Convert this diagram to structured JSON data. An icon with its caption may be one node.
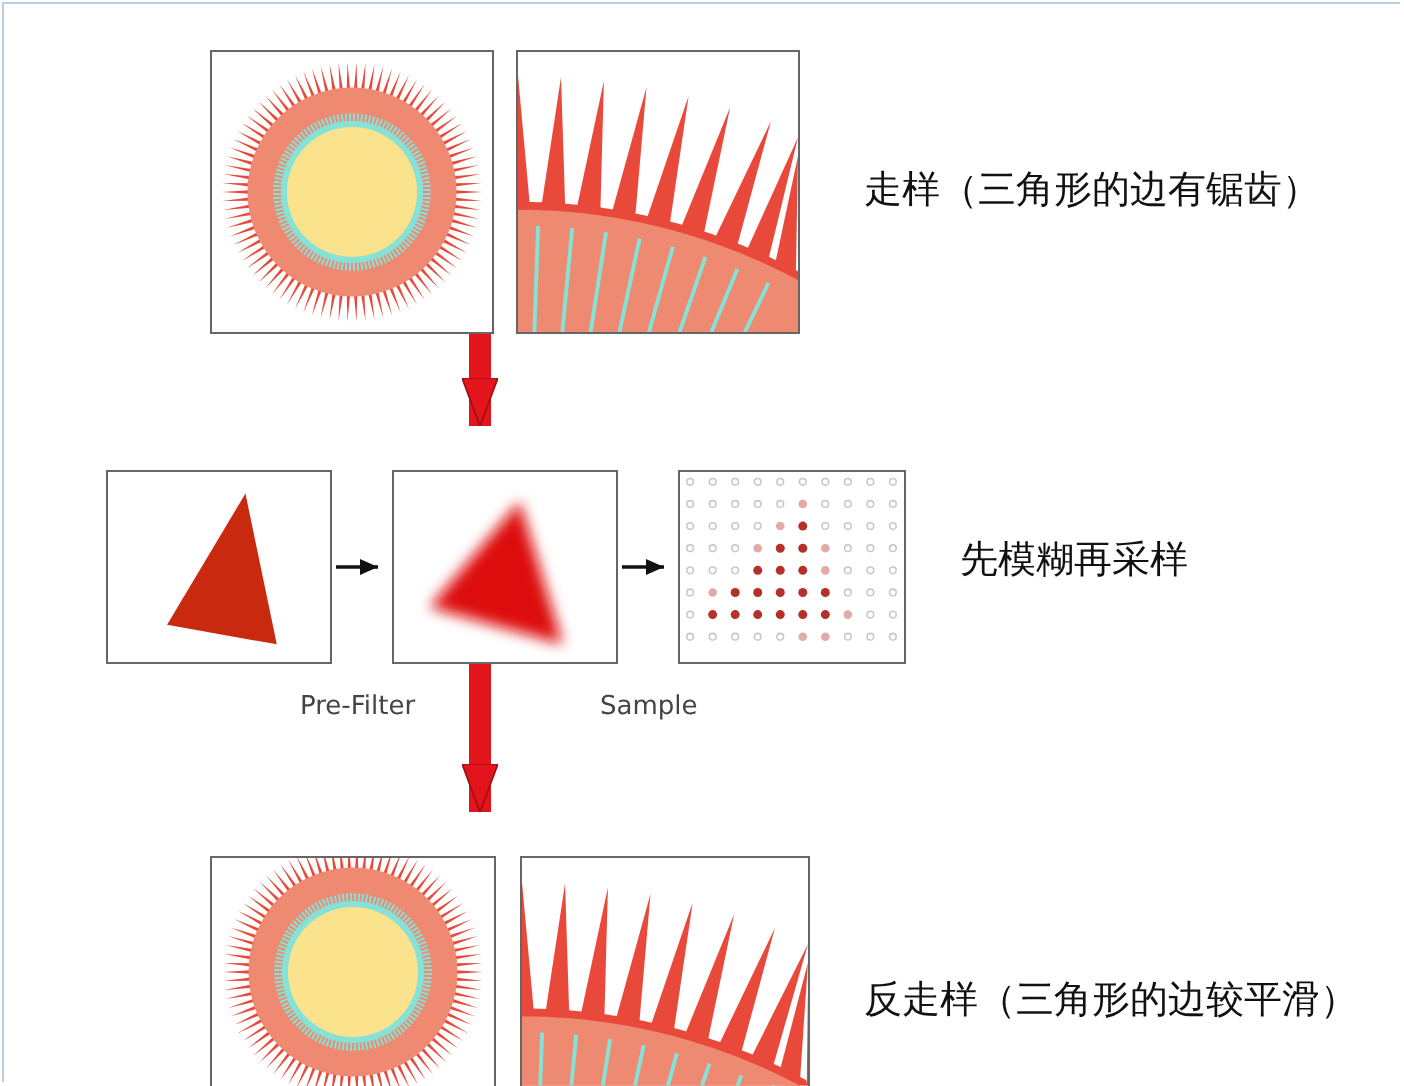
{
  "diagram": {
    "nodes": [
      {
        "text": [],
        "shape": "picture"
      },
      {
        "text": [],
        "shape": "picture",
        "beside": [
          "走样（三角形的边有锯齿）"
        ]
      },
      {
        "text": [],
        "shape": "picture"
      },
      {
        "text": [],
        "shape": "picture"
      },
      {
        "text": [],
        "shape": "picture",
        "beside": [
          "先模糊再采样"
        ]
      },
      {
        "text": [],
        "shape": "picture"
      },
      {
        "text": [],
        "shape": "picture",
        "beside": [
          "反走样（三角形的边较平滑）"
        ]
      }
    ],
    "edges": [
      {
        "from": 0,
        "to": 3,
        "arrow": "to",
        "style": "thick",
        "color": "#e3141c"
      },
      {
        "from": 2,
        "to": 3,
        "arrow": "to",
        "color": "#111111"
      },
      {
        "from": 3,
        "to": 4,
        "arrow": "to",
        "color": "#111111"
      },
      {
        "from": 3,
        "to": 5,
        "arrow": "to",
        "style": "thick",
        "color": "#e3141c"
      }
    ],
    "labels": [
      "Pre-Filter",
      "Sample"
    ]
  }
}
